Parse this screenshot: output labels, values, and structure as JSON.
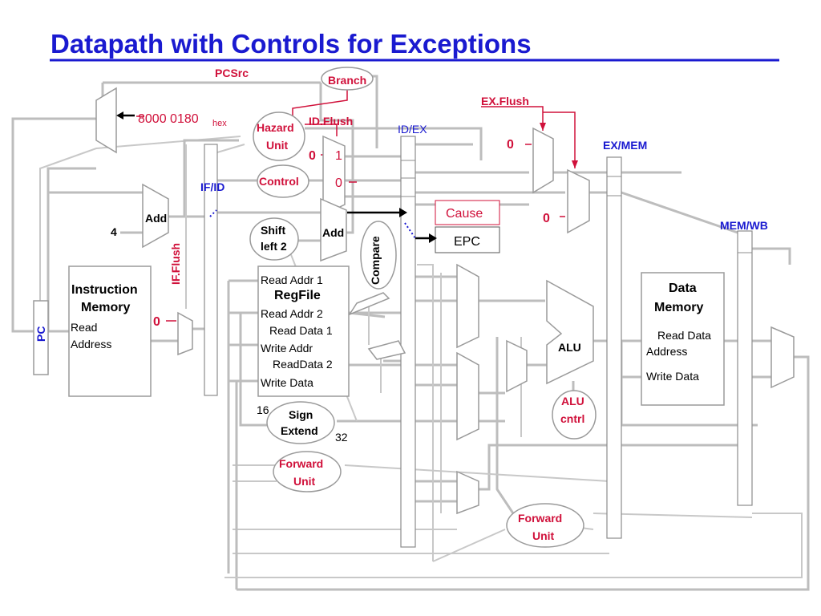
{
  "title": "Datapath with Controls for Exceptions",
  "labels": {
    "pcsrc": "PCSrc",
    "branch": "Branch",
    "ex_flush": "EX.Flush",
    "id_flush": "ID.Flush",
    "hazard1": "Hazard",
    "hazard2": "Unit",
    "const_addr": "8000 0180",
    "hex_sub": "hex",
    "id_ex": "ID/EX",
    "ex_mem": "EX/MEM",
    "mem_wb": "MEM/WB",
    "if_id": "IF/ID",
    "control": "Control",
    "mux_zero_a": "0",
    "mux_one": "1",
    "mux_zero_b": "0",
    "ex_zero_1": "0",
    "ex_zero_2": "0",
    "if_zero": "0",
    "add": "Add",
    "add2": "Add",
    "four": "4",
    "shift1": "Shift",
    "shift2": "left 2",
    "compare": "Compare",
    "cause": "Cause",
    "epc": "EPC",
    "if_flush": "IF.Flush",
    "pc": "PC",
    "imem1": "Instruction",
    "imem2": "Memory",
    "read": "Read",
    "address": "Address",
    "rf_ra1": "Read Addr 1",
    "rf_name": "RegFile",
    "rf_ra2": "Read Addr 2",
    "rf_rd1": "Read Data 1",
    "rf_wa": "Write Addr",
    "rf_rd2": "ReadData 2",
    "rf_wd": "Write Data",
    "sixteen": "16",
    "sign1": "Sign",
    "sign2": "Extend",
    "thirtytwo": "32",
    "fwd1a": "Forward",
    "fwd1b": "Unit",
    "alu": "ALU",
    "aluc1": "ALU",
    "aluc2": "cntrl",
    "dmem1": "Data",
    "dmem2": "Memory",
    "dm_rd": "Read Data",
    "dm_addr": "Address",
    "dm_wd": "Write Data",
    "fwd2a": "Forward",
    "fwd2b": "Unit"
  }
}
